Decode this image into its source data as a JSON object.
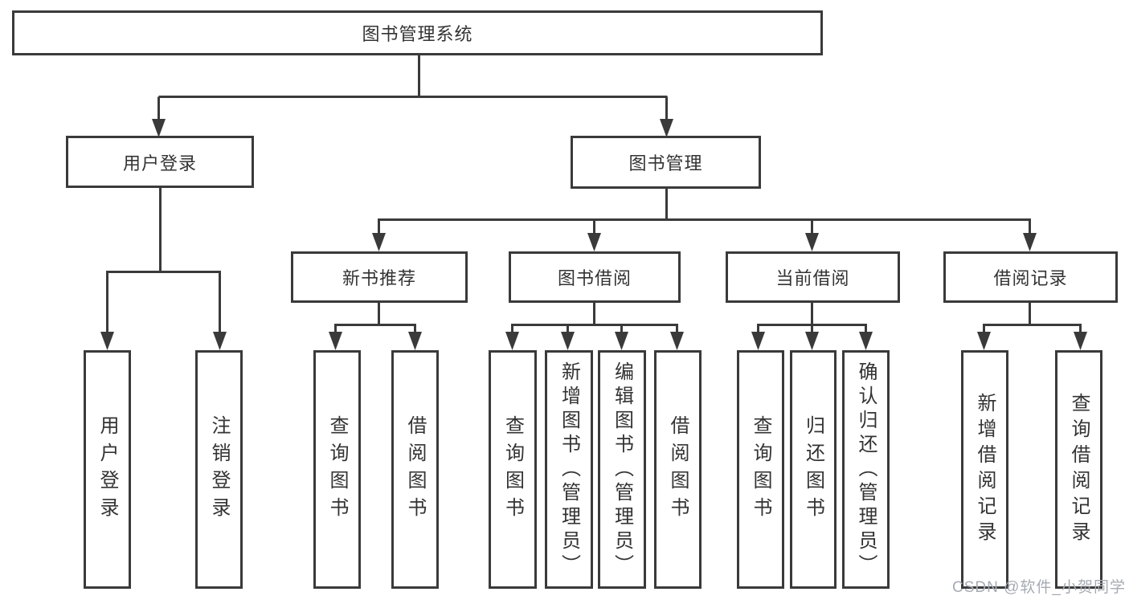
{
  "diagram": {
    "title": "图书管理系统",
    "tree": {
      "root": {
        "label": "图书管理系统"
      },
      "children": [
        {
          "label": "用户登录",
          "children": [
            {
              "label": "用户登录"
            },
            {
              "label": "注销登录"
            }
          ]
        },
        {
          "label": "图书管理",
          "children": [
            {
              "label": "新书推荐",
              "children": [
                {
                  "label": "查询图书"
                },
                {
                  "label": "借阅图书"
                }
              ]
            },
            {
              "label": "图书借阅",
              "children": [
                {
                  "label": "查询图书"
                },
                {
                  "label": "新增图书（管理员）"
                },
                {
                  "label": "编辑图书（管理员）"
                },
                {
                  "label": "借阅图书"
                }
              ]
            },
            {
              "label": "当前借阅",
              "children": [
                {
                  "label": "查询图书"
                },
                {
                  "label": "归还图书"
                },
                {
                  "label": "确认归还（管理员）"
                }
              ]
            },
            {
              "label": "借阅记录",
              "children": [
                {
                  "label": "新增借阅记录"
                },
                {
                  "label": "查询借阅记录"
                }
              ]
            }
          ]
        }
      ]
    },
    "colors": {
      "line": "#3a3a3a",
      "box_border": "#3a3a3a",
      "box_fill": "#ffffff",
      "text": "#333333",
      "watermark": "#a6abb3"
    }
  },
  "watermark": {
    "text": "CSDN @软件_小贺同学"
  }
}
